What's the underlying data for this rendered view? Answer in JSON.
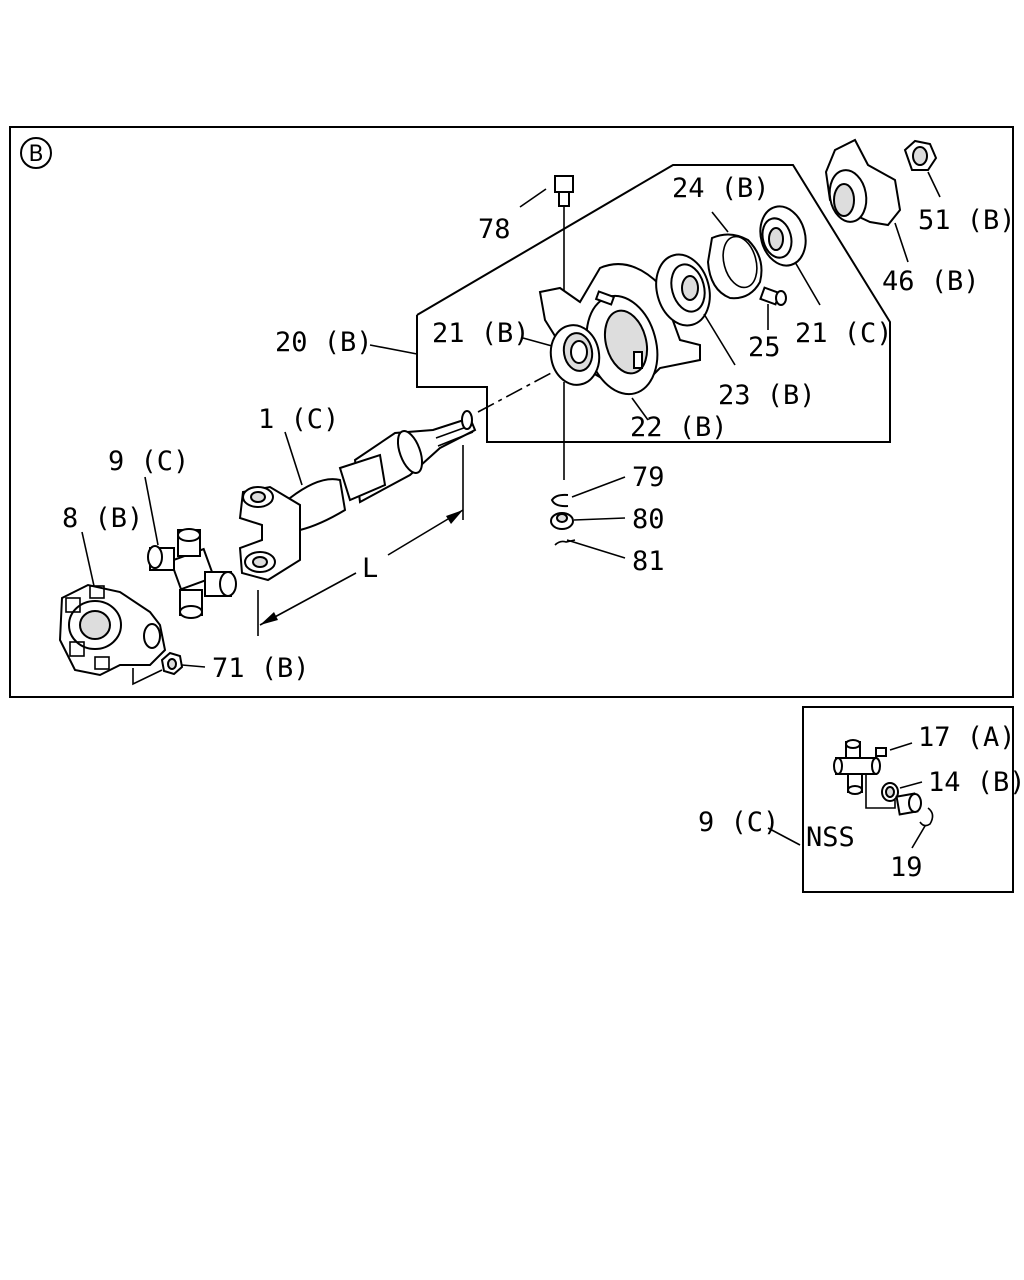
{
  "section_badge": "B",
  "labels": {
    "p78": "78",
    "p24b": "24 (B)",
    "p51b": "51 (B)",
    "p46b": "46 (B)",
    "p20b": "20 (B)",
    "p21b": "21 (B)",
    "p25": "25",
    "p21c": "21 (C)",
    "p23b": "23 (B)",
    "p22b": "22 (B)",
    "p1c": "1 (C)",
    "p9c": "9 (C)",
    "p8b": "8 (B)",
    "p79": "79",
    "p80": "80",
    "p81": "81",
    "dimL": "L",
    "p71b": "71 (B)",
    "p17a": "17 (A)",
    "p14b": "14 (B)",
    "p9c_inset": "9 (C)",
    "nss": "NSS",
    "p19": "19"
  }
}
